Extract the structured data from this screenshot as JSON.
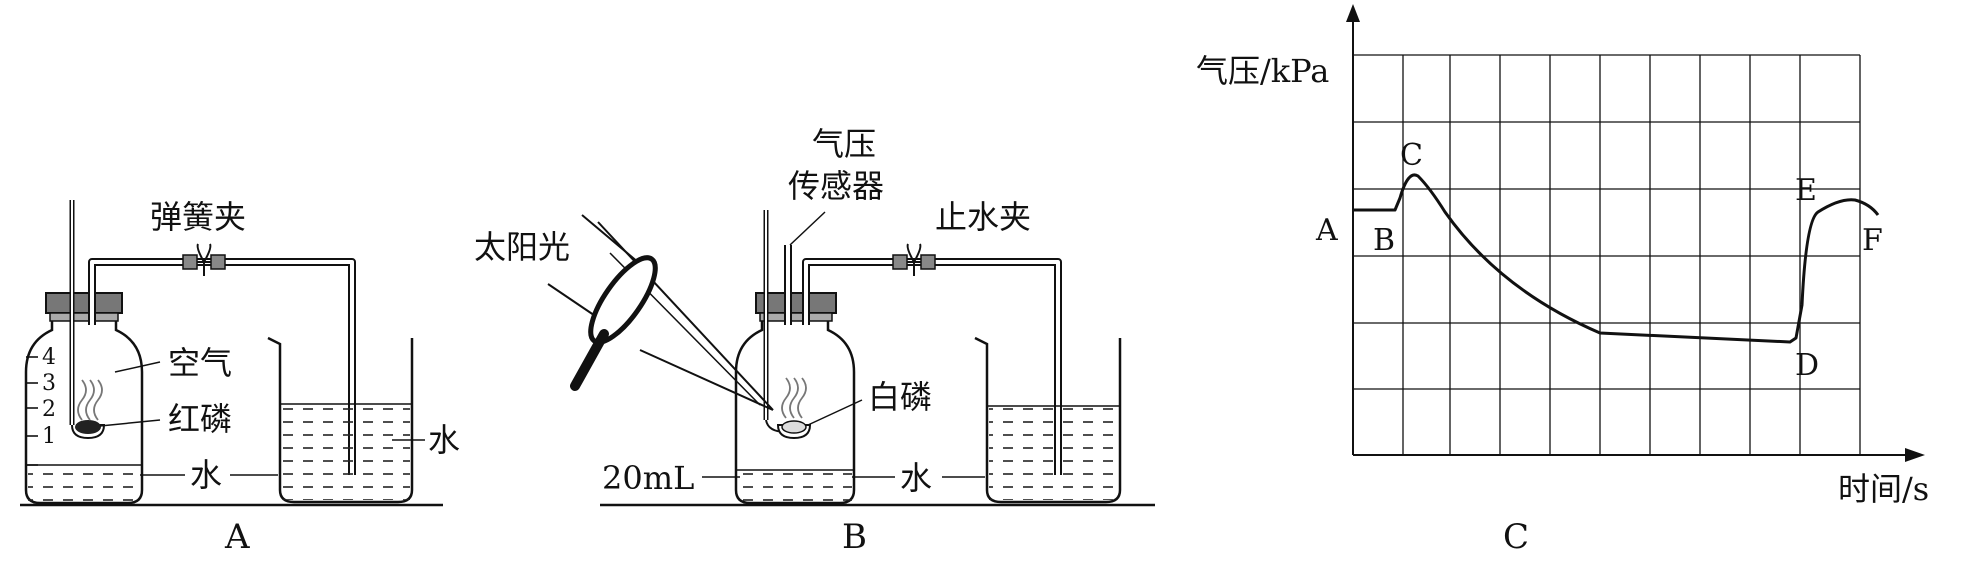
{
  "figure": {
    "apparatus_a": {
      "caption": "A",
      "clamp_label": "弹簧夹",
      "air_label": "空气",
      "phosphorus_label": "红磷",
      "water_in_bottle_label": "水",
      "water_in_beaker_label": "水",
      "scale_marks": [
        "4",
        "3",
        "2",
        "1"
      ]
    },
    "apparatus_b": {
      "caption": "B",
      "sensor_label_line1": "气压",
      "sensor_label_line2": "传感器",
      "clamp_label": "止水夹",
      "sunlight_label": "太阳光",
      "phosphorus_label": "白磷",
      "volume_label": "20mL",
      "water_label": "水"
    },
    "graph_c": {
      "caption": "C",
      "y_axis_label": "气压/kPa",
      "x_axis_label": "时间/s",
      "points": [
        "A",
        "B",
        "C",
        "D",
        "E",
        "F"
      ]
    }
  }
}
